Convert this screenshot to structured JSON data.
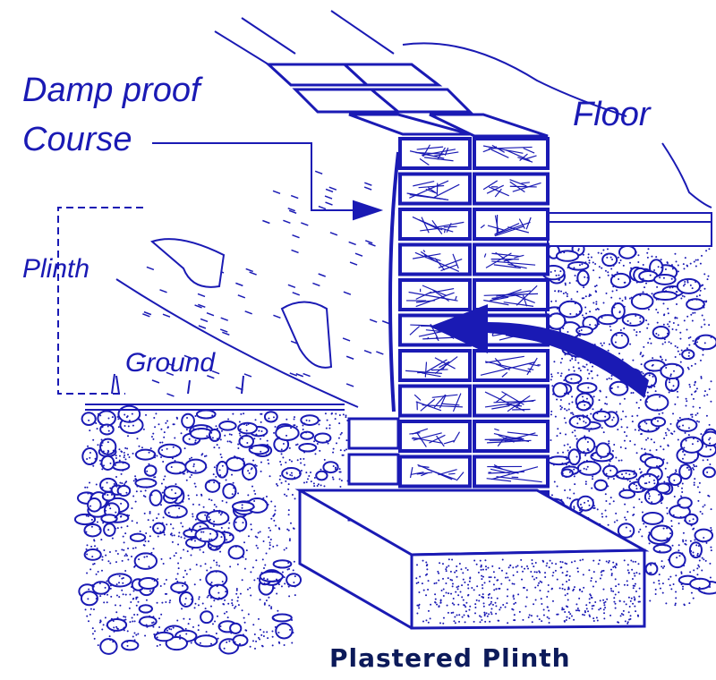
{
  "labels": {
    "damp_proof_line1": "Damp proof",
    "damp_proof_line2": "Course",
    "floor": "Floor",
    "plinth": "Plinth",
    "ground": "Ground",
    "caption": "Plastered Plinth"
  },
  "colors": {
    "ink": "#1a1ab4",
    "caption": "#0c1a5a",
    "background": "#ffffff"
  }
}
